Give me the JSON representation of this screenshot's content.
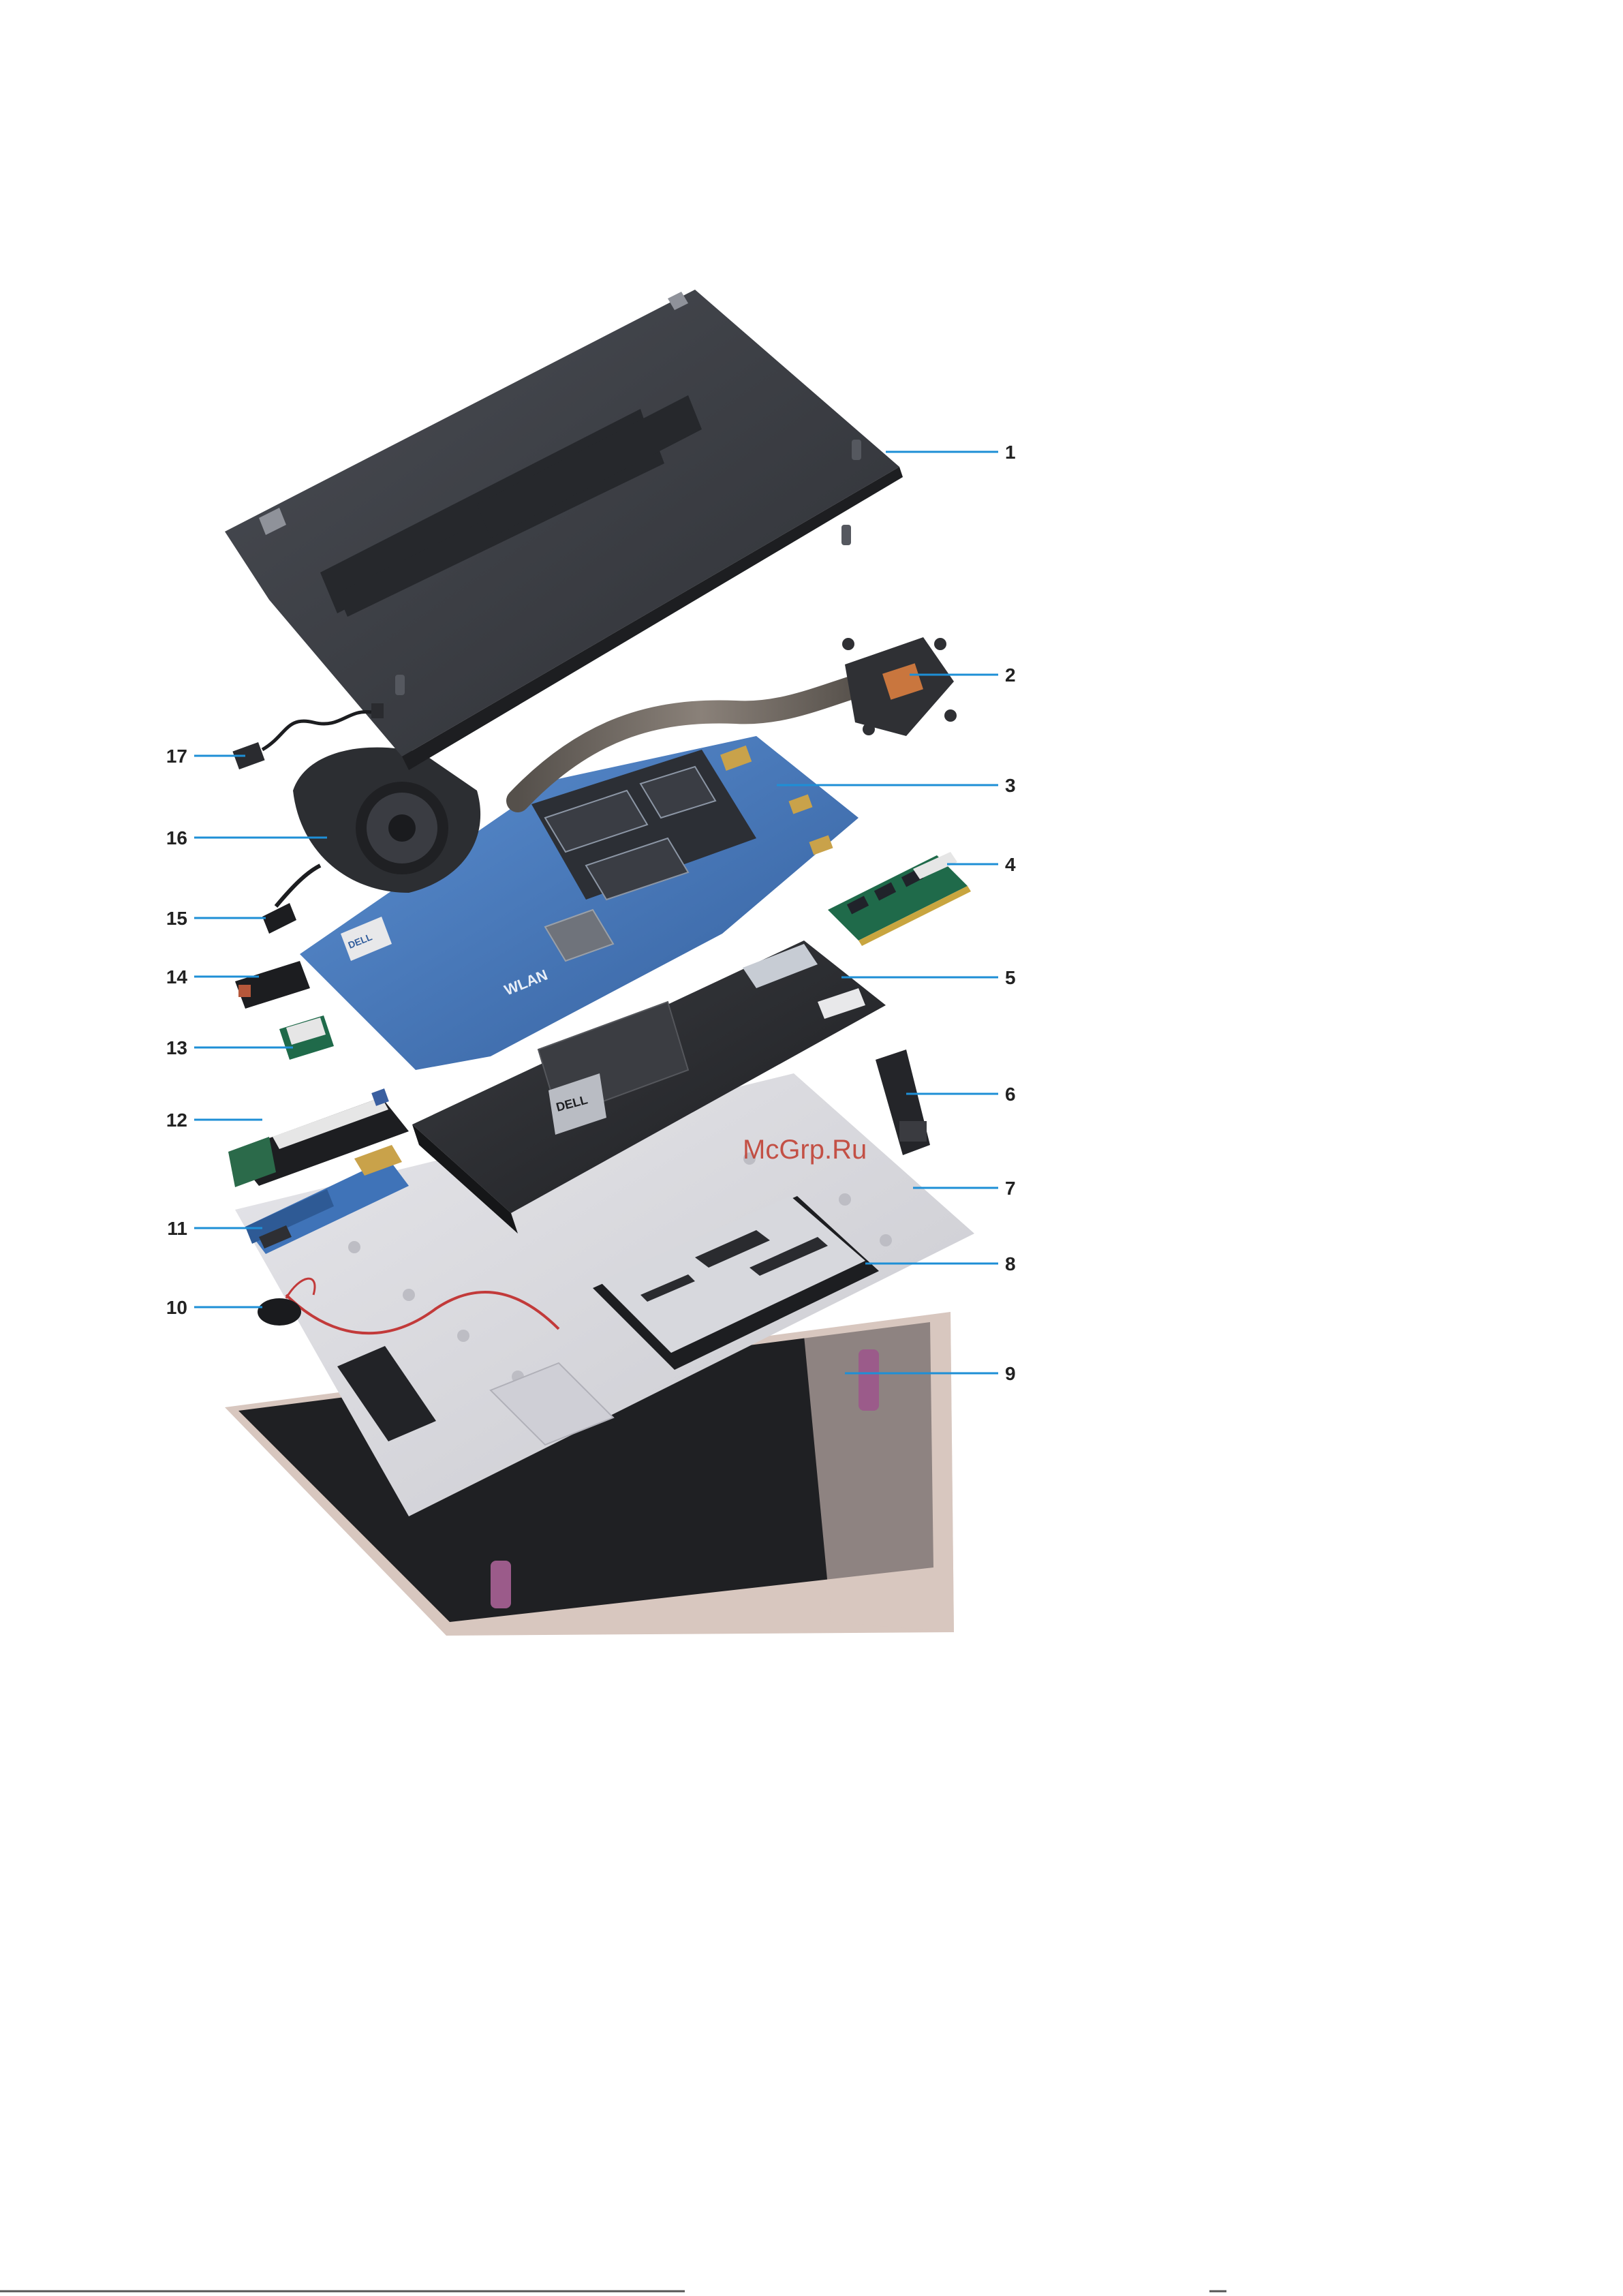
{
  "callouts": [
    {
      "id": "1",
      "label": "1"
    },
    {
      "id": "2",
      "label": "2"
    },
    {
      "id": "3",
      "label": "3"
    },
    {
      "id": "4",
      "label": "4"
    },
    {
      "id": "5",
      "label": "5"
    },
    {
      "id": "6",
      "label": "6"
    },
    {
      "id": "7",
      "label": "7"
    },
    {
      "id": "8",
      "label": "8"
    },
    {
      "id": "9",
      "label": "9"
    },
    {
      "id": "10",
      "label": "10"
    },
    {
      "id": "11",
      "label": "11"
    },
    {
      "id": "12",
      "label": "12"
    },
    {
      "id": "13",
      "label": "13"
    },
    {
      "id": "14",
      "label": "14"
    },
    {
      "id": "15",
      "label": "15"
    },
    {
      "id": "16",
      "label": "16"
    },
    {
      "id": "17",
      "label": "17"
    }
  ],
  "watermark": "McGrp.Ru",
  "battery_brand": "DELL",
  "motherboard_brand": "DELL",
  "wlan_label": "WLAN",
  "colors": {
    "leader": "#1e8fd6",
    "base_cover": "#3b3e44",
    "motherboard": "#3f73b8",
    "battery": "#2b2d31",
    "palmrest": "#d9d9dc",
    "display_bezel": "#1f2023",
    "display_frame": "#d8c7bf",
    "watermark": "#c0392b"
  }
}
